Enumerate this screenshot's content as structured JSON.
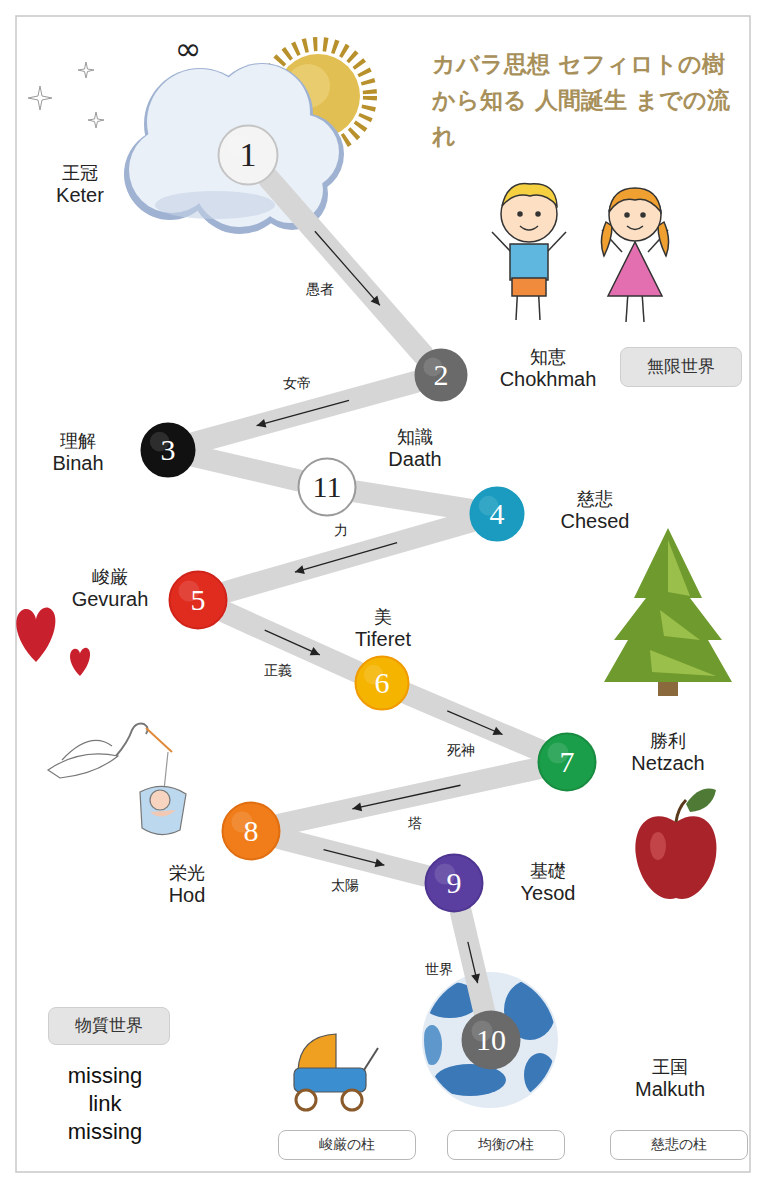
{
  "diagram": {
    "title": "カバラ思想 セフィロトの樹 から知る 人間誕生 までの流れ",
    "nodes": [
      {
        "text": [
          "1",
          "王冠",
          "Keter"
        ]
      },
      {
        "text": [
          "2",
          "知恵",
          "Chokhmah"
        ]
      },
      {
        "text": [
          "無限世界"
        ]
      },
      {
        "text": [
          "3",
          "理解",
          "Binah"
        ]
      },
      {
        "text": [
          "11",
          "知識",
          "Daath"
        ]
      },
      {
        "text": [
          "4",
          "慈悲",
          "Chesed"
        ]
      },
      {
        "text": [
          "5",
          "峻厳",
          "Gevurah"
        ]
      },
      {
        "text": [
          "6",
          "美",
          "Tiferet"
        ]
      },
      {
        "text": [
          "7",
          "勝利",
          "Netzach"
        ]
      },
      {
        "text": [
          "8",
          "栄光",
          "Hod"
        ]
      },
      {
        "text": [
          "9",
          "基礎",
          "Yesod"
        ]
      },
      {
        "text": [
          "物質世界"
        ]
      },
      {
        "text": [
          "10",
          "王国",
          "Malkuth"
        ]
      },
      {
        "text": [
          "峻厳の柱"
        ]
      },
      {
        "text": [
          "均衡の柱"
        ]
      },
      {
        "text": [
          "慈悲の柱"
        ]
      }
    ],
    "edges": [
      {
        "from": 0,
        "to": 1,
        "arrow": "to",
        "label": "愚者"
      },
      {
        "from": 1,
        "to": 3,
        "arrow": "to",
        "label": "女帝"
      },
      {
        "from": 3,
        "to": 4,
        "arrow": "none"
      },
      {
        "from": 4,
        "to": 5,
        "arrow": "none"
      },
      {
        "from": 5,
        "to": 6,
        "arrow": "to",
        "label": "力"
      },
      {
        "from": 6,
        "to": 7,
        "arrow": "to",
        "label": "正義"
      },
      {
        "from": 7,
        "to": 8,
        "arrow": "to",
        "label": "死神"
      },
      {
        "from": 8,
        "to": 9,
        "arrow": "to",
        "label": "塔"
      },
      {
        "from": 9,
        "to": 10,
        "arrow": "to",
        "label": "太陽"
      },
      {
        "from": 10,
        "to": 12,
        "arrow": "to",
        "label": "世界"
      }
    ],
    "labels": [
      "∞",
      "missing link missing"
    ]
  }
}
